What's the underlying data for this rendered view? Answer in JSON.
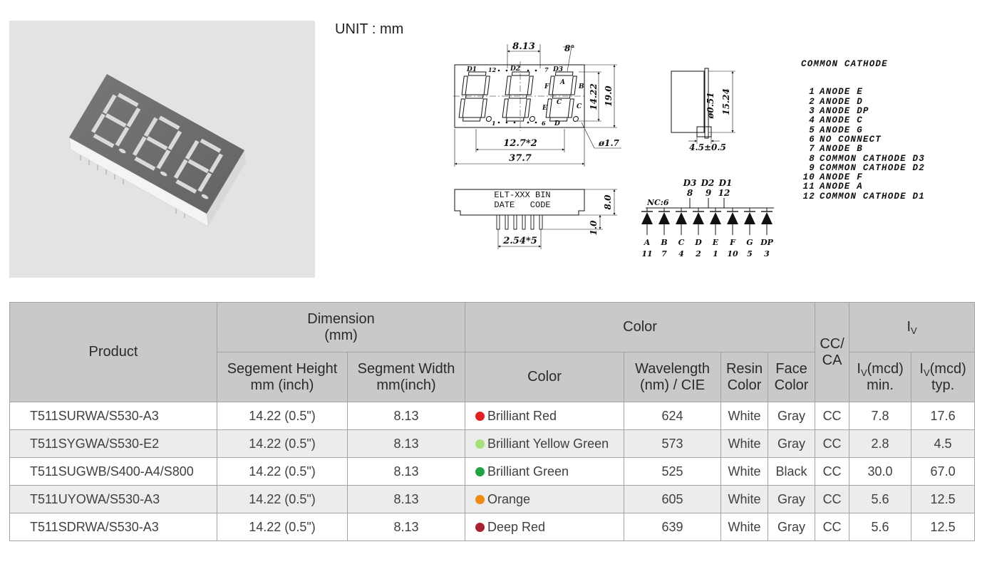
{
  "unit_label": "UNIT : mm",
  "drawing": {
    "front": {
      "labels": {
        "d1": "D1",
        "pin12": "12",
        "d2": "D2",
        "pin7": "7",
        "d3": "D3",
        "a": "A",
        "f": "F",
        "b": "B",
        "c": "C",
        "e": "E",
        "c_right": "C",
        "d": "D",
        "pin1": "1",
        "pin6": "6"
      },
      "dim_segment_width": "8.13",
      "dim_slant": "8°",
      "dim_digit_height": "14.22",
      "dim_height": "19.0",
      "dim_digit_pitch": "12.7*2",
      "dim_length": "37.7",
      "dim_hole": "ø1.7"
    },
    "side": {
      "dim_pin_diameter": "ø0.51",
      "dim_pin_length": "15.24",
      "dim_thickness": "4.5±0.5"
    },
    "bottom": {
      "marking_line1": "ELT-XXX BIN",
      "marking_line2": "DATE   CODE",
      "dim_pin_pitch": "2.54*5",
      "dim_height": "8.0",
      "dim_standoff": "1.0"
    },
    "schematic": {
      "nc": "NC:6",
      "cathodes": [
        {
          "label": "D3",
          "pin": "8"
        },
        {
          "label": "D2",
          "pin": "9"
        },
        {
          "label": "D1",
          "pin": "12"
        }
      ],
      "anodes": [
        {
          "segment": "A",
          "pin": "11"
        },
        {
          "segment": "B",
          "pin": "7"
        },
        {
          "segment": "C",
          "pin": "4"
        },
        {
          "segment": "D",
          "pin": "2"
        },
        {
          "segment": "E",
          "pin": "1"
        },
        {
          "segment": "F",
          "pin": "10"
        },
        {
          "segment": "G",
          "pin": "5"
        },
        {
          "segment": "DP",
          "pin": "3"
        }
      ]
    }
  },
  "pin_list": {
    "title": "COMMON CATHODE",
    "pins": [
      {
        "no": "1",
        "desc": "ANODE E"
      },
      {
        "no": "2",
        "desc": "ANODE D"
      },
      {
        "no": "3",
        "desc": "ANODE DP"
      },
      {
        "no": "4",
        "desc": "ANODE C"
      },
      {
        "no": "5",
        "desc": "ANODE G"
      },
      {
        "no": "6",
        "desc": "NO CONNECT"
      },
      {
        "no": "7",
        "desc": "ANODE B"
      },
      {
        "no": "8",
        "desc": "COMMON CATHODE D3"
      },
      {
        "no": "9",
        "desc": "COMMON CATHODE D2"
      },
      {
        "no": "10",
        "desc": "ANODE F"
      },
      {
        "no": "11",
        "desc": "ANODE A"
      },
      {
        "no": "12",
        "desc": "COMMON CATHODE D1"
      }
    ]
  },
  "table": {
    "headers": {
      "product": "Product",
      "dimension": [
        "Dimension",
        "(mm)"
      ],
      "segment_height": [
        "Segement Height",
        "mm (inch)"
      ],
      "segment_width": [
        "Segment Width",
        "mm(inch)"
      ],
      "color_group": "Color",
      "color": "Color",
      "wavelength": [
        "Wavelength",
        "(nm) / CIE"
      ],
      "resin_color": [
        "Resin",
        "Color"
      ],
      "face_color": [
        "Face",
        "Color"
      ],
      "cc_ca": [
        "CC/",
        "CA"
      ],
      "iv": {
        "symbol": "I",
        "subscript": "V"
      },
      "iv_min": {
        "symbol": "I",
        "subscript": "V",
        "unit": "(mcd)",
        "qualifier": "min."
      },
      "iv_typ": {
        "symbol": "I",
        "subscript": "V",
        "unit": "(mcd)",
        "qualifier": "typ."
      }
    },
    "rows": [
      {
        "product": "T511SURWA/S530-A3",
        "seg_height": "14.22 (0.5\")",
        "seg_width": "8.13",
        "dot_color": "#e02222",
        "color": "Brilliant Red",
        "wavelength": "624",
        "resin": "White",
        "face": "Gray",
        "cc_ca": "CC",
        "iv_min": "7.8",
        "iv_typ": "17.6"
      },
      {
        "product": "T511SYGWA/S530-E2",
        "seg_height": "14.22 (0.5\")",
        "seg_width": "8.13",
        "dot_color": "#a6e07a",
        "color": "Brilliant Yellow Green",
        "wavelength": "573",
        "resin": "White",
        "face": "Gray",
        "cc_ca": "CC",
        "iv_min": "2.8",
        "iv_typ": "4.5"
      },
      {
        "product": "T511SUGWB/S400-A4/S800",
        "seg_height": "14.22 (0.5\")",
        "seg_width": "8.13",
        "dot_color": "#22a244",
        "color": "Brilliant Green",
        "wavelength": "525",
        "resin": "White",
        "face": "Black",
        "cc_ca": "CC",
        "iv_min": "30.0",
        "iv_typ": "67.0"
      },
      {
        "product": "T511UYOWA/S530-A3",
        "seg_height": "14.22 (0.5\")",
        "seg_width": "8.13",
        "dot_color": "#f08c12",
        "color": "Orange",
        "wavelength": "605",
        "resin": "White",
        "face": "Gray",
        "cc_ca": "CC",
        "iv_min": "5.6",
        "iv_typ": "12.5"
      },
      {
        "product": "T511SDRWA/S530-A3",
        "seg_height": "14.22 (0.5\")",
        "seg_width": "8.13",
        "dot_color": "#a82230",
        "color": "Deep Red",
        "wavelength": "639",
        "resin": "White",
        "face": "Gray",
        "cc_ca": "CC",
        "iv_min": "5.6",
        "iv_typ": "12.5"
      }
    ]
  }
}
